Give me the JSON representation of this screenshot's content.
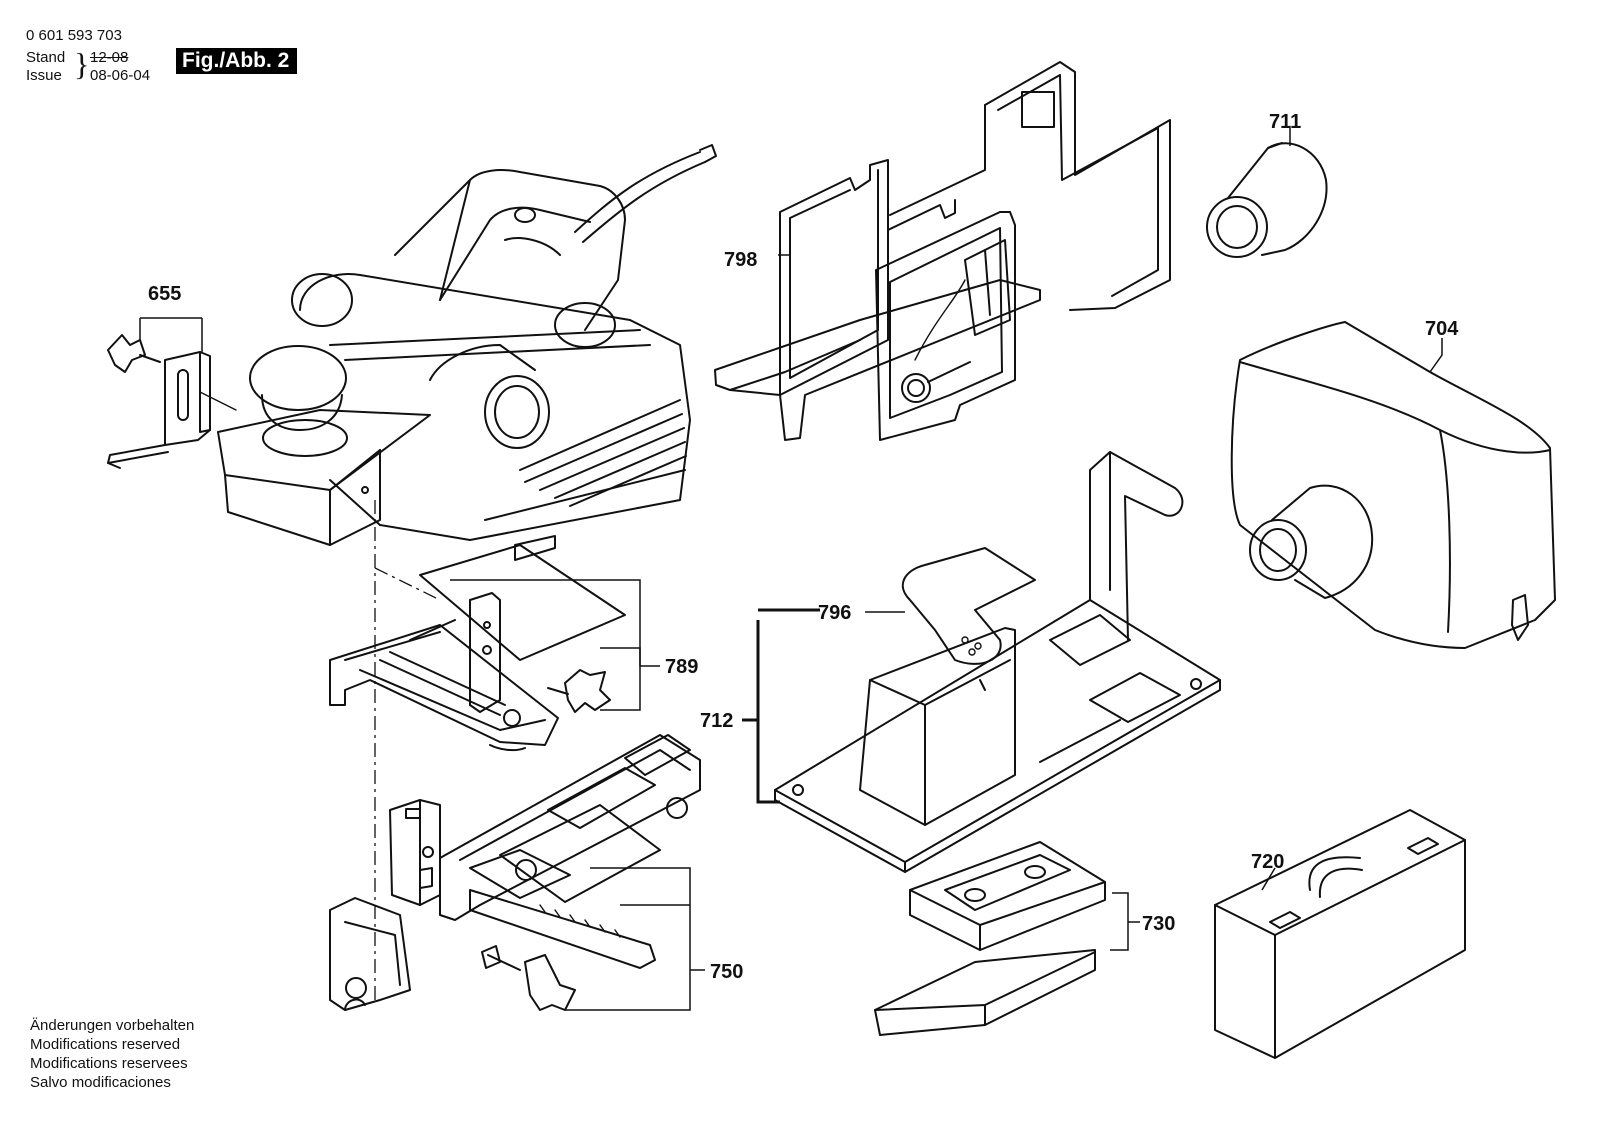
{
  "header": {
    "doc_number": "0 601 593 703",
    "stand_label": "Stand",
    "issue_label": "Issue",
    "stand_date_struck": "12-08",
    "issue_date": "08-06-04",
    "figure_label": "Fig./Abb. 2"
  },
  "parts": {
    "p655": "655",
    "p798": "798",
    "p711": "711",
    "p704": "704",
    "p789": "789",
    "p796": "796",
    "p712": "712",
    "p730": "730",
    "p720": "720",
    "p750": "750"
  },
  "notes": [
    "Änderungen vorbehalten",
    "Modifications reserved",
    "Modifications reservees",
    "Salvo modificaciones"
  ]
}
